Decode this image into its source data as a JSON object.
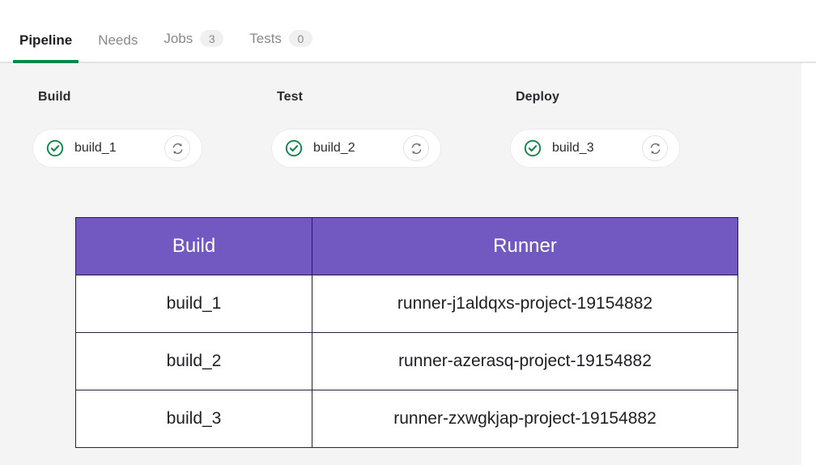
{
  "tabs": [
    {
      "label": "Pipeline",
      "badge": null,
      "active": true
    },
    {
      "label": "Needs",
      "badge": null,
      "active": false
    },
    {
      "label": "Jobs",
      "badge": "3",
      "active": false
    },
    {
      "label": "Tests",
      "badge": "0",
      "active": false
    }
  ],
  "stages": [
    {
      "title": "Build",
      "jobs": [
        {
          "name": "build_1",
          "status": "success",
          "status_icon": "check-circle-icon",
          "retry_icon": "retry-icon"
        }
      ]
    },
    {
      "title": "Test",
      "jobs": [
        {
          "name": "build_2",
          "status": "success",
          "status_icon": "check-circle-icon",
          "retry_icon": "retry-icon"
        }
      ]
    },
    {
      "title": "Deploy",
      "jobs": [
        {
          "name": "build_3",
          "status": "success",
          "status_icon": "check-circle-icon",
          "retry_icon": "retry-icon"
        }
      ]
    }
  ],
  "runner_table": {
    "columns": [
      "Build",
      "Runner"
    ],
    "rows": [
      {
        "build": "build_1",
        "runner": "runner-j1aldqxs-project-19154882"
      },
      {
        "build": "build_2",
        "runner": "runner-azerasq-project-19154882"
      },
      {
        "build": "build_3",
        "runner": "runner-zxwgkjap-project-19154882"
      }
    ]
  },
  "colors": {
    "active_tab_underline": "#108548",
    "success_green": "#108548",
    "table_header_purple": "#7259c1",
    "page_background": "#f4f4f4",
    "badge_background": "#f0f0f0"
  }
}
